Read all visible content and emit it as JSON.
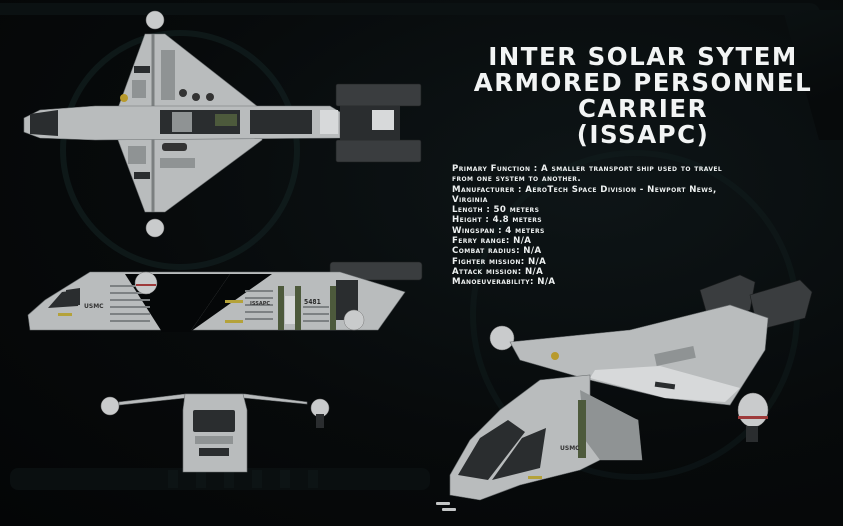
{
  "title": {
    "lines": [
      "Inter Solar Sytem",
      "Armored Personnel",
      "Carrier",
      "(ISSAPC)"
    ]
  },
  "specs": [
    "Primary Function : A smaller transport ship used to travel",
    "from one system to another.",
    "Manufacturer : AeroTech Space Division - Newport News,",
    "Virginia",
    "Length : 50 meters",
    "Height : 4.8 meters",
    "Wingspan : 4 meters",
    "Ferry range: N/A",
    "Combat radius: N/A",
    "Fighter mission: N/A",
    "Attack mission: N/A",
    "Manoeuverability: N/A"
  ],
  "markings": {
    "hull_code": "USMC",
    "designation": "ISSAPC",
    "serial": "5481"
  },
  "views": [
    "top-view",
    "side-view",
    "front-view",
    "perspective-view"
  ],
  "colors": {
    "background": "#050708",
    "frame": "#0b1112",
    "text": "#eef1f1",
    "hull": "#b9bcbd",
    "engine": "#3a3d3f",
    "accent_green": "#4d5a3c",
    "accent_red": "#9e3b3b"
  }
}
